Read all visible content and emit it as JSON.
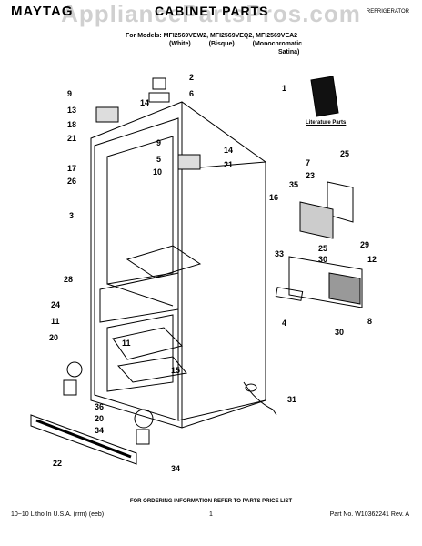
{
  "header": {
    "brand": "MAYTAG",
    "title": "CABINET PARTS",
    "ref_text": "REFRIGERATOR",
    "watermark": "AppliancePartsPros.com"
  },
  "models": {
    "line": "For Models: MFI2569VEW2, MFI2569VEQ2, MFI2569VEA2",
    "white": "(White)",
    "bisque": "(Bisque)",
    "mono": "(Monochromatic",
    "satina": "Satina)"
  },
  "literature_label": "Literature Parts",
  "order_note": "FOR ORDERING INFORMATION REFER TO PARTS PRICE LIST",
  "footer": {
    "left": "10~10 Litho In U.S.A. (rrm) (eeb)",
    "page": "1",
    "right": "Part No. W10362241 Rev. A"
  },
  "callouts": [
    "9",
    "14",
    "13",
    "18",
    "21",
    "17",
    "26",
    "2",
    "6",
    "9",
    "14",
    "5",
    "10",
    "21",
    "1",
    "25",
    "7",
    "23",
    "35",
    "16",
    "29",
    "3",
    "28",
    "24",
    "11",
    "33",
    "25",
    "30",
    "12",
    "8",
    "4",
    "30",
    "20",
    "11",
    "15",
    "36",
    "20",
    "34",
    "31",
    "22",
    "34"
  ]
}
